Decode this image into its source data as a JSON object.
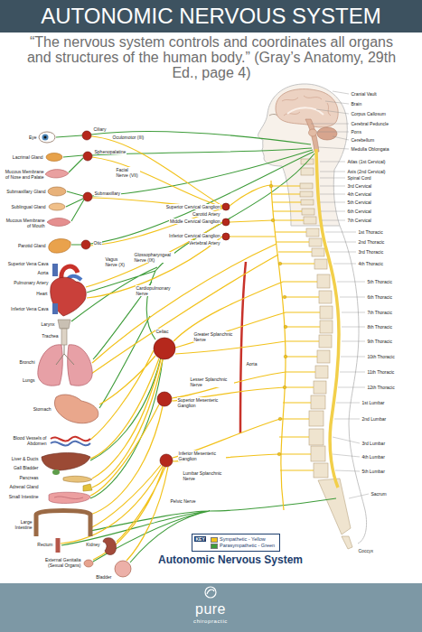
{
  "diagram": {
    "title": "AUTONOMIC NERVOUS SYSTEM",
    "caption": "Autonomic Nervous System",
    "labels": [
      "“The nervous system controls and coordinates all organs and structures of the human body.” (Gray’s Anatomy, 29th Ed., page 4)",
      "Cranial Vault",
      "Brain",
      "Corpus Callosum",
      "Cerebral Peduncle",
      "Pons",
      "Cerebellum",
      "Medulla Oblongata",
      "Atlas (1st Cervical)",
      "Axis (2nd Cervical)",
      "Spinal Cord",
      "3rd Cervical",
      "4th Cervical",
      "5th Cervical",
      "6th Cervical",
      "7th Cervical",
      "1st Thoracic",
      "2nd Thoracic",
      "3rd Thoracic",
      "4th Thoracic",
      "5th Thoracic",
      "6th Thoracic",
      "7th Thoracic",
      "8th Thoracic",
      "9th Thoracic",
      "10th Thoracic",
      "11th Thoracic",
      "12th Thoracic",
      "1st Lumbar",
      "2nd Lumbar",
      "3rd Lumbar",
      "4th Lumbar",
      "5th Lumbar",
      "Sacrum",
      "Coccyx",
      "Eye",
      "Lacrimal Gland",
      "Mucous Membrane of Nose and Palate",
      "Submaxillary Gland",
      "Sublingual Gland",
      "Mucous Membrane of Mouth",
      "Parotid Gland",
      "Superior Vena Cava",
      "Aorta",
      "Pulmonary Artery",
      "Heart",
      "Inferior Vena Cava",
      "Larynx",
      "Trachea",
      "Bronchi",
      "Lungs",
      "Stomach",
      "Blood Vessels of Abdomen",
      "Liver & Ducts",
      "Gall Bladder",
      "Pancreas",
      "Adrenal Gland",
      "Small Intestine",
      "Large Intestine",
      "Rectum",
      "Kidney",
      "External Genitalia (Sexual Organs)",
      "Bladder",
      "Ciliary",
      "Oculomotor (III)",
      "Sphenopalatine",
      "Facial Nerve (VII)",
      "Submaxillary",
      "Otic",
      "Vagus Nerve (X)",
      "Glossopharyngeal Nerve (IX)",
      "Superior Cervical Ganglion",
      "Carotid Artery",
      "Middle Cervical Ganglion",
      "Inferior Cervical Ganglion",
      "Vertebral Artery",
      "Cardiopulmonary Nerve",
      "Celiac",
      "Greater Splanchnic Nerve",
      "Aorta",
      "Lesser Splanchnic Nerve",
      "Superior Mesenteric Ganglion",
      "Inferior Mesenteric Ganglion",
      "Lumbar Splanchnic Nerve",
      "Pelvic Nerve",
      "KEY",
      "pure",
      "chiropractic"
    ],
    "legend": [
      {
        "text": "Sympathetic - Yellow",
        "color": "#f2c21b"
      },
      {
        "text": "Parasympathetic - Green",
        "color": "#3e9c3a"
      }
    ]
  }
}
